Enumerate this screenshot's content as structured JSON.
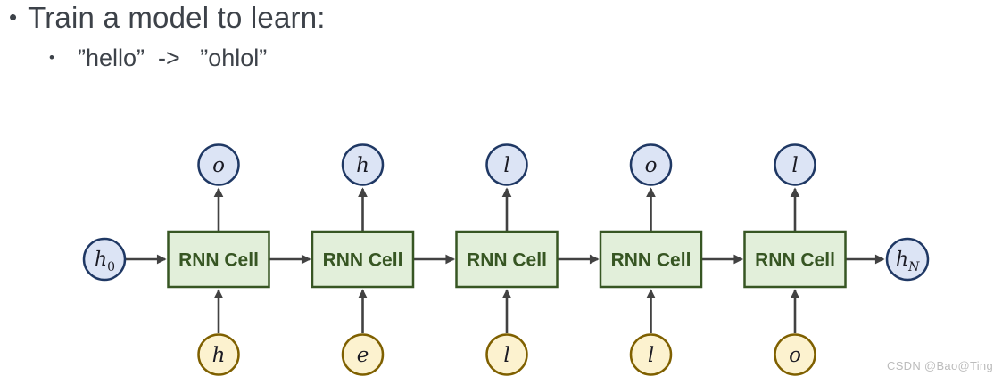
{
  "slide": {
    "title": {
      "bullet": "•",
      "text": "Train a model to learn:"
    },
    "subtitle": {
      "bullet": "•",
      "text": "”hello”  ->   ”ohlol”"
    }
  },
  "diagram": {
    "columns": [
      {
        "cell": "RNN Cell",
        "output": "o",
        "input": "h"
      },
      {
        "cell": "RNN Cell",
        "output": "h",
        "input": "e"
      },
      {
        "cell": "RNN Cell",
        "output": "l",
        "input": "l"
      },
      {
        "cell": "RNN Cell",
        "output": "o",
        "input": "l"
      },
      {
        "cell": "RNN Cell",
        "output": "l",
        "input": "o"
      }
    ],
    "initial_hidden": {
      "base": "h",
      "sub": "0"
    },
    "final_hidden": {
      "base": "h",
      "sub": "N"
    },
    "colors": {
      "cell_fill": "#E2EFDA",
      "cell_border": "#375623",
      "cell_text": "#375623",
      "output_state_fill": "#DCE4F5",
      "output_state_border": "#1F3864",
      "input_fill": "#FCF2CF",
      "input_border": "#7F6000",
      "arrow": "#424242",
      "heading_text": "#3d4249"
    }
  },
  "watermark": "CSDN @Bao@Ting"
}
